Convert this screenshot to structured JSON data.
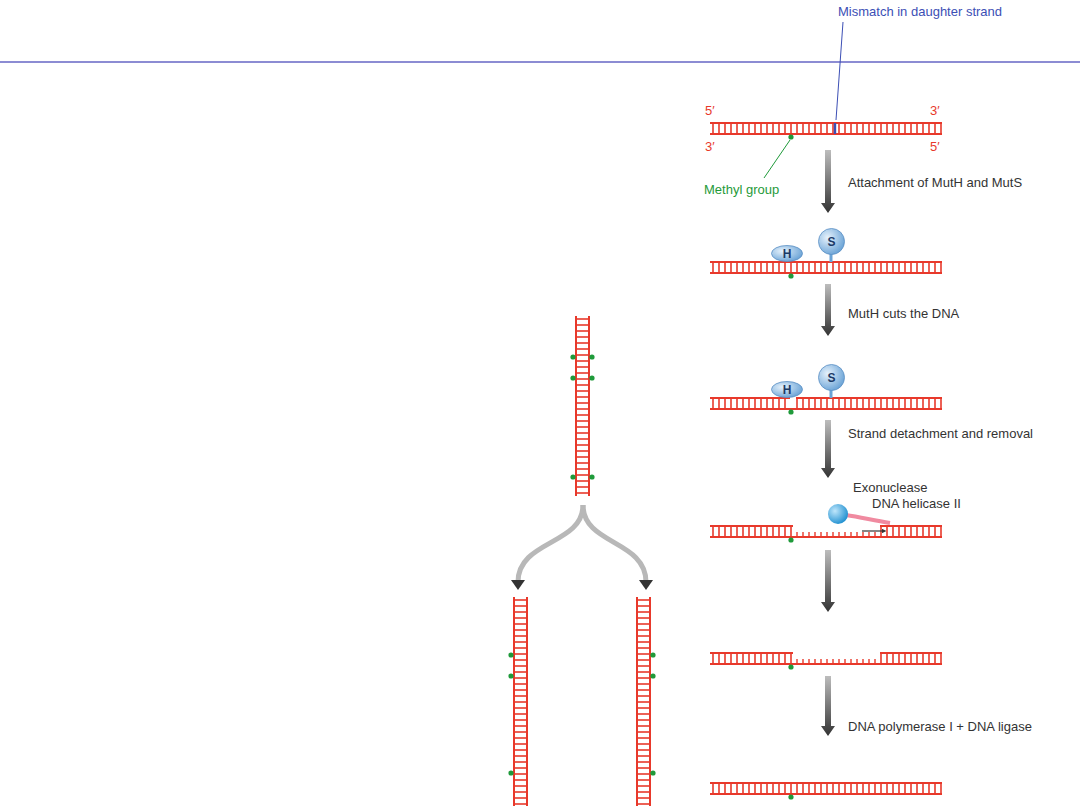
{
  "diagram": {
    "nodes": [
      {
        "text": [
          "H"
        ]
      },
      {
        "text": [
          "S"
        ]
      },
      {
        "text": [
          "H"
        ]
      },
      {
        "text": [
          "S"
        ]
      }
    ],
    "labels": [
      "Mismatch in daughter strand",
      "5′",
      "3′",
      "3′",
      "5′",
      "Methyl group",
      "Attachment of MutH and MutS",
      "MutH cuts the DNA",
      "Strand detachment and removal",
      "Exonuclease",
      "DNA helicase II",
      "DNA polymerase I + DNA ligase"
    ]
  }
}
